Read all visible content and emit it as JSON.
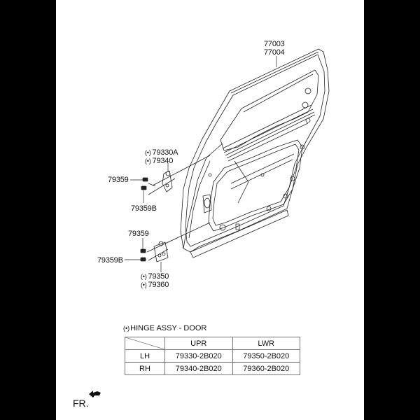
{
  "diagram": {
    "main_part": {
      "numbers": [
        "77003",
        "77004"
      ],
      "description": "rear door panel assembly"
    },
    "callouts": {
      "upper_hinge": {
        "mark": "(•)",
        "numbers": [
          "79330A",
          "79340"
        ]
      },
      "upper_bolt_1": "79359",
      "upper_bolt_2": "79359B",
      "lower_bolt_1": "79359",
      "lower_bolt_2": "79359B",
      "lower_hinge": {
        "mark": "(•)",
        "numbers": [
          "79350",
          "79360"
        ]
      }
    },
    "legend": {
      "mark": "(•)",
      "title": "HINGE ASSY - DOOR",
      "table": {
        "columns": [
          "",
          "UPR",
          "LWR"
        ],
        "rows": [
          {
            "side": "LH",
            "upr": "79330-2B020",
            "lwr": "79350-2B020"
          },
          {
            "side": "RH",
            "upr": "79340-2B020",
            "lwr": "79360-2B020"
          }
        ]
      }
    },
    "orientation": {
      "label": "FR.",
      "icon": "front-direction-arrow-icon"
    },
    "colors": {
      "background": "#ffffff",
      "letterbox": "#000000",
      "line": "#222222",
      "table_border": "#777777"
    }
  }
}
